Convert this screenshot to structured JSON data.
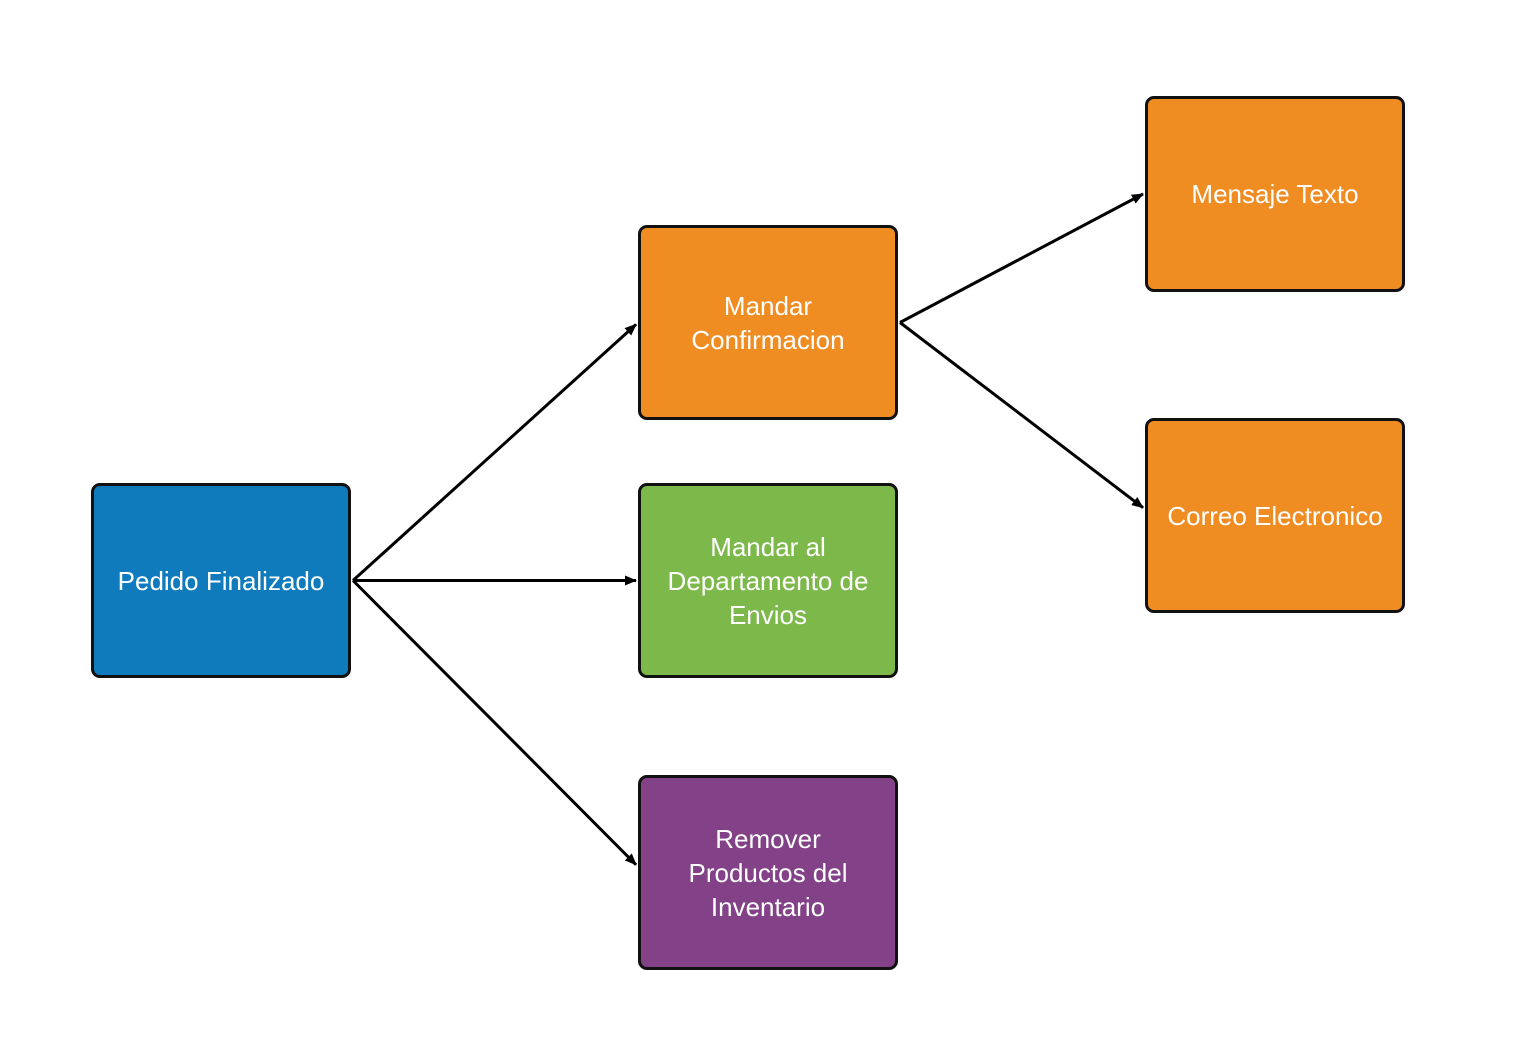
{
  "diagram": {
    "nodes": [
      {
        "id": "pedido",
        "label": "Pedido Finalizado",
        "color": "#0f7bbd"
      },
      {
        "id": "confirm",
        "label": "Mandar\nConfirmacion",
        "color": "#ef8c22"
      },
      {
        "id": "envios",
        "label": "Mandar al\nDepartamento de\nEnvios",
        "color": "#7db84a"
      },
      {
        "id": "remover",
        "label": "Remover\nProductos del\nInventario",
        "color": "#834188"
      },
      {
        "id": "mensaje",
        "label": "Mensaje Texto",
        "color": "#ef8c22"
      },
      {
        "id": "correo",
        "label": "Correo Electronico",
        "color": "#ef8c22"
      }
    ],
    "edges": [
      {
        "from": "pedido",
        "to": "confirm"
      },
      {
        "from": "pedido",
        "to": "envios"
      },
      {
        "from": "pedido",
        "to": "remover"
      },
      {
        "from": "confirm",
        "to": "mensaje"
      },
      {
        "from": "confirm",
        "to": "correo"
      }
    ],
    "edge_color": "#000000"
  }
}
